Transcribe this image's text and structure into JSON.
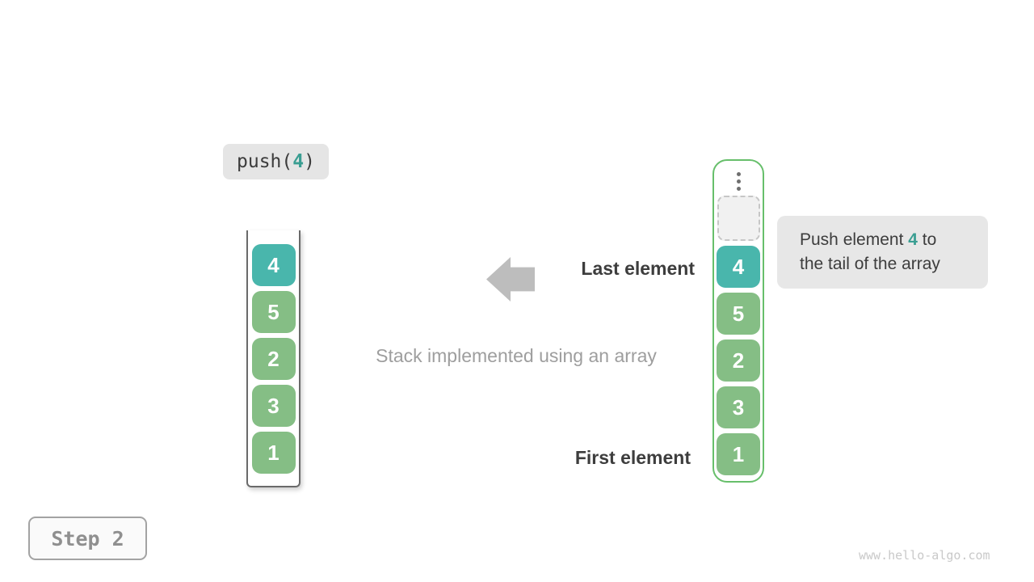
{
  "colors": {
    "teal": "#49b6ac",
    "green": "#85be85",
    "green_border": "#67bf6b",
    "teal_text": "#3a9e92",
    "arrow_gray": "#bdbdbd",
    "label_dark": "#3d3d3d",
    "caption_gray": "#9e9e9e",
    "code_text": "#3c3c3c"
  },
  "push_label": {
    "prefix": "push(",
    "arg": "4",
    "suffix": ")"
  },
  "left_stack": {
    "cells": [
      "4",
      "5",
      "2",
      "3",
      "1"
    ]
  },
  "right_stack": {
    "cells": [
      "4",
      "5",
      "2",
      "3",
      "1"
    ]
  },
  "labels": {
    "last_element": "Last element",
    "first_element": "First element",
    "caption": "Stack implemented using an array"
  },
  "callout": {
    "line1_pre": "Push element ",
    "line1_num": "4",
    "line1_post": " to",
    "line2": "the tail of the array"
  },
  "step_badge": {
    "label": "Step 2"
  },
  "watermark": {
    "text": "www.hello-algo.com"
  }
}
